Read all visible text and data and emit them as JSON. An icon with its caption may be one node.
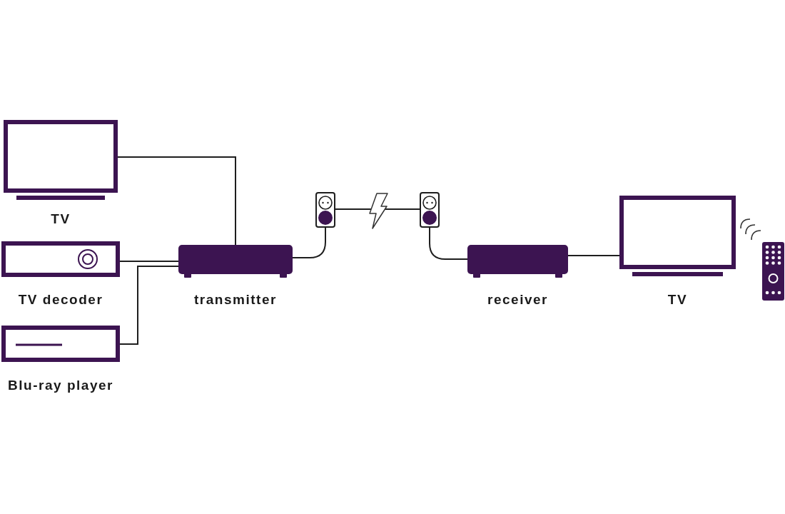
{
  "diagram": {
    "nodes": [
      {
        "text": [
          "TV"
        ]
      },
      {
        "text": [
          "TV decoder"
        ]
      },
      {
        "text": [
          "Blu-ray player"
        ]
      },
      {
        "text": [
          "transmitter"
        ]
      },
      {
        "text": [],
        "shape": "picture"
      },
      {
        "text": [],
        "shape": "picture"
      },
      {
        "text": [
          "receiver"
        ]
      },
      {
        "text": [
          "TV"
        ]
      },
      {
        "text": [],
        "shape": "picture"
      }
    ],
    "edges": [
      {
        "from": 0,
        "to": 3,
        "arrow": "none"
      },
      {
        "from": 1,
        "to": 3,
        "arrow": "none"
      },
      {
        "from": 2,
        "to": 3,
        "arrow": "none"
      },
      {
        "from": 3,
        "to": 4,
        "arrow": "none"
      },
      {
        "from": 4,
        "to": 5,
        "arrow": "none"
      },
      {
        "from": 5,
        "to": 6,
        "arrow": "none"
      },
      {
        "from": 6,
        "to": 7,
        "arrow": "none"
      }
    ]
  }
}
